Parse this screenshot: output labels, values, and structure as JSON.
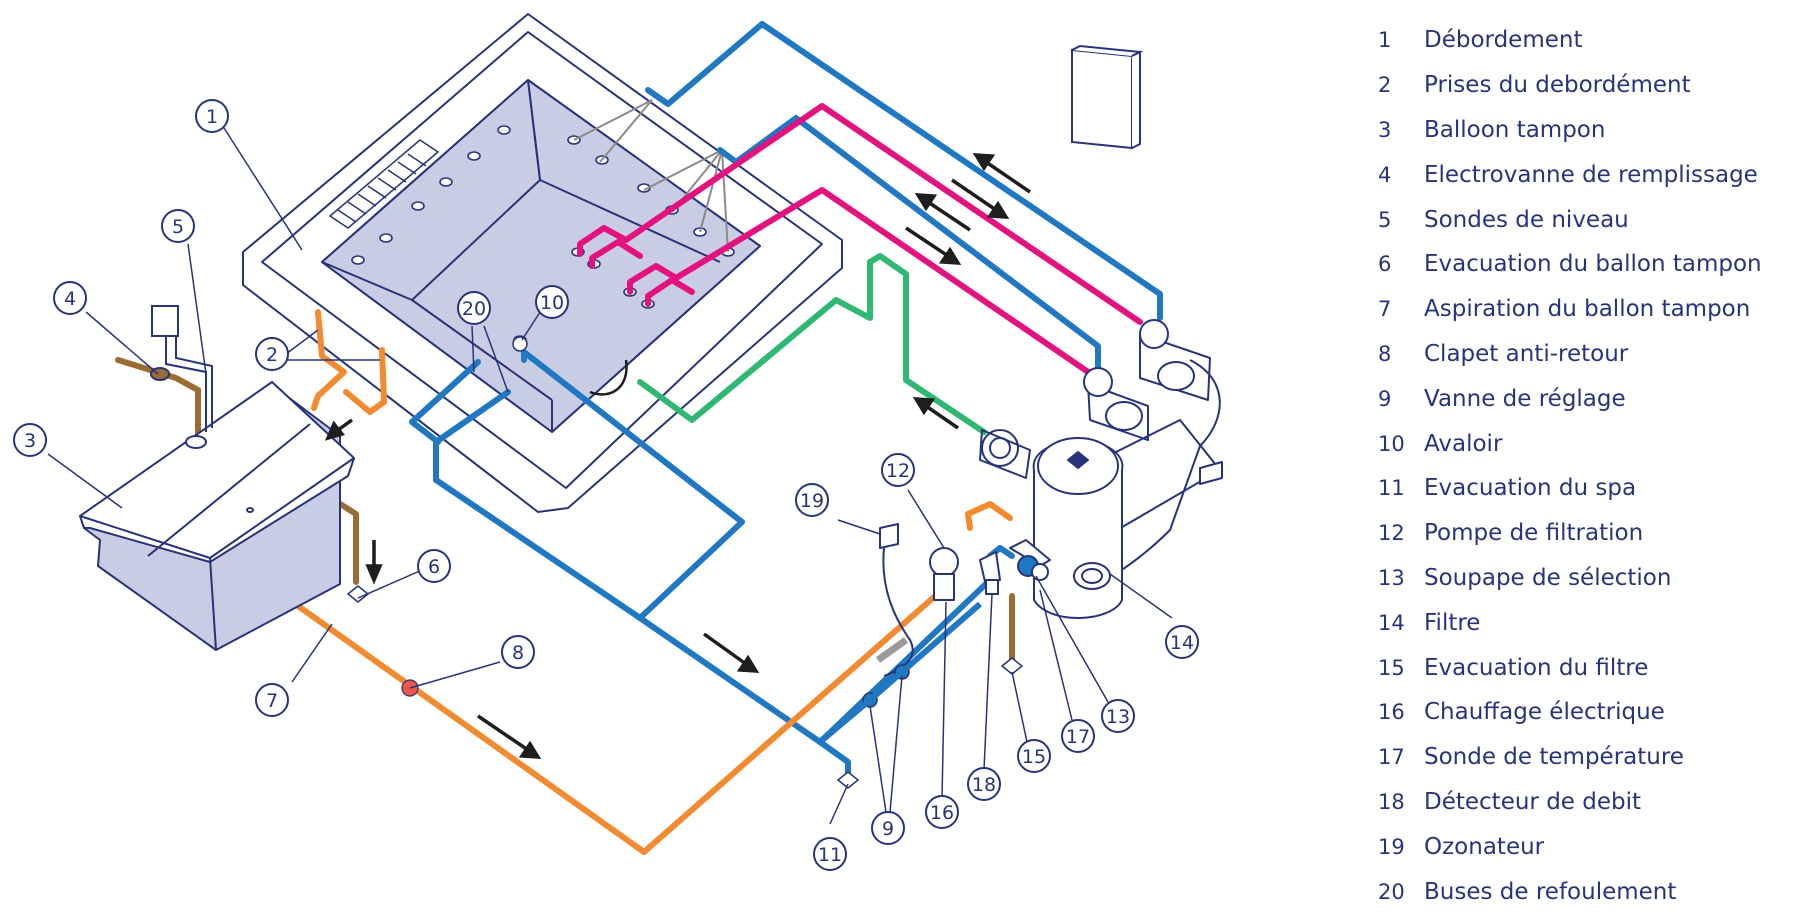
{
  "colors": {
    "outline": "#27347a",
    "spa_fill": "#c9cde4",
    "tank_fill": "#c9cde4",
    "blue_pipe": "#1f78c1",
    "magenta_pipe": "#e3127f",
    "green_pipe": "#2eb872",
    "orange_pipe": "#f28a30",
    "brown_pipe": "#9a6b32",
    "arrow": "#1e1e1e"
  },
  "legend": [
    {
      "num": "1",
      "label": "Débordement"
    },
    {
      "num": "2",
      "label": "Prises du debordément"
    },
    {
      "num": "3",
      "label": "Balloon tampon"
    },
    {
      "num": "4",
      "label": "Electrovanne de remplissage"
    },
    {
      "num": "5",
      "label": "Sondes de niveau"
    },
    {
      "num": "6",
      "label": "Evacuation du ballon tampon"
    },
    {
      "num": "7",
      "label": "Aspiration du ballon tampon"
    },
    {
      "num": "8",
      "label": "Clapet anti-retour"
    },
    {
      "num": "9",
      "label": "Vanne de réglage"
    },
    {
      "num": "10",
      "label": "Avaloir"
    },
    {
      "num": "11",
      "label": "Evacuation du spa"
    },
    {
      "num": "12",
      "label": "Pompe de filtration"
    },
    {
      "num": "13",
      "label": "Soupape de sélection"
    },
    {
      "num": "14",
      "label": "Filtre"
    },
    {
      "num": "15",
      "label": "Evacuation du filtre"
    },
    {
      "num": "16",
      "label": "Chauffage électrique"
    },
    {
      "num": "17",
      "label": "Sonde de température"
    },
    {
      "num": "18",
      "label": "Détecteur de debit"
    },
    {
      "num": "19",
      "label": "Ozonateur"
    },
    {
      "num": "20",
      "label": "Buses de refoulement"
    }
  ],
  "callouts": {
    "c1": "1",
    "c2": "2",
    "c3": "3",
    "c4": "4",
    "c5": "5",
    "c6": "6",
    "c7": "7",
    "c8": "8",
    "c9": "9",
    "c10": "10",
    "c11": "11",
    "c12": "12",
    "c13": "13",
    "c14": "14",
    "c15": "15",
    "c16": "16",
    "c17": "17",
    "c18": "18",
    "c19": "19",
    "c20": "20"
  }
}
